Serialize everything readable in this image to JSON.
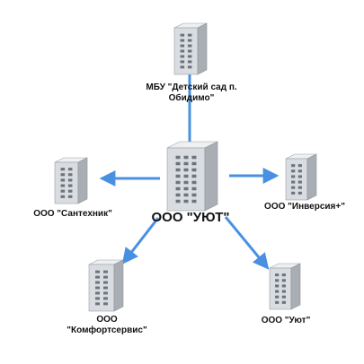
{
  "diagram": {
    "center": {
      "label": "ООО \"УЮТ\""
    },
    "nodes": [
      {
        "id": "mbu",
        "label_lines": [
          "МБУ \"Детский сад п.",
          "Обидимо\""
        ]
      },
      {
        "id": "santeh",
        "label_lines": [
          "ООО \"Сантехник\""
        ]
      },
      {
        "id": "invers",
        "label_lines": [
          "ООО \"Инверсия+\""
        ]
      },
      {
        "id": "komfort",
        "label_lines": [
          "ООО",
          "\"Комфортсервис\""
        ]
      },
      {
        "id": "uyut",
        "label_lines": [
          "ООО \"Уют\""
        ]
      }
    ],
    "connections": [
      {
        "from": "center",
        "to": "mbu"
      },
      {
        "from": "center",
        "to": "santeh"
      },
      {
        "from": "center",
        "to": "invers"
      },
      {
        "from": "center",
        "to": "komfort"
      },
      {
        "from": "center",
        "to": "uyut"
      }
    ],
    "colors": {
      "arrow": "#4a90e2",
      "building_front": "#d9dce0",
      "building_side": "#a9aeb4",
      "building_top": "#eef0f2",
      "window": "#6d737a"
    }
  }
}
